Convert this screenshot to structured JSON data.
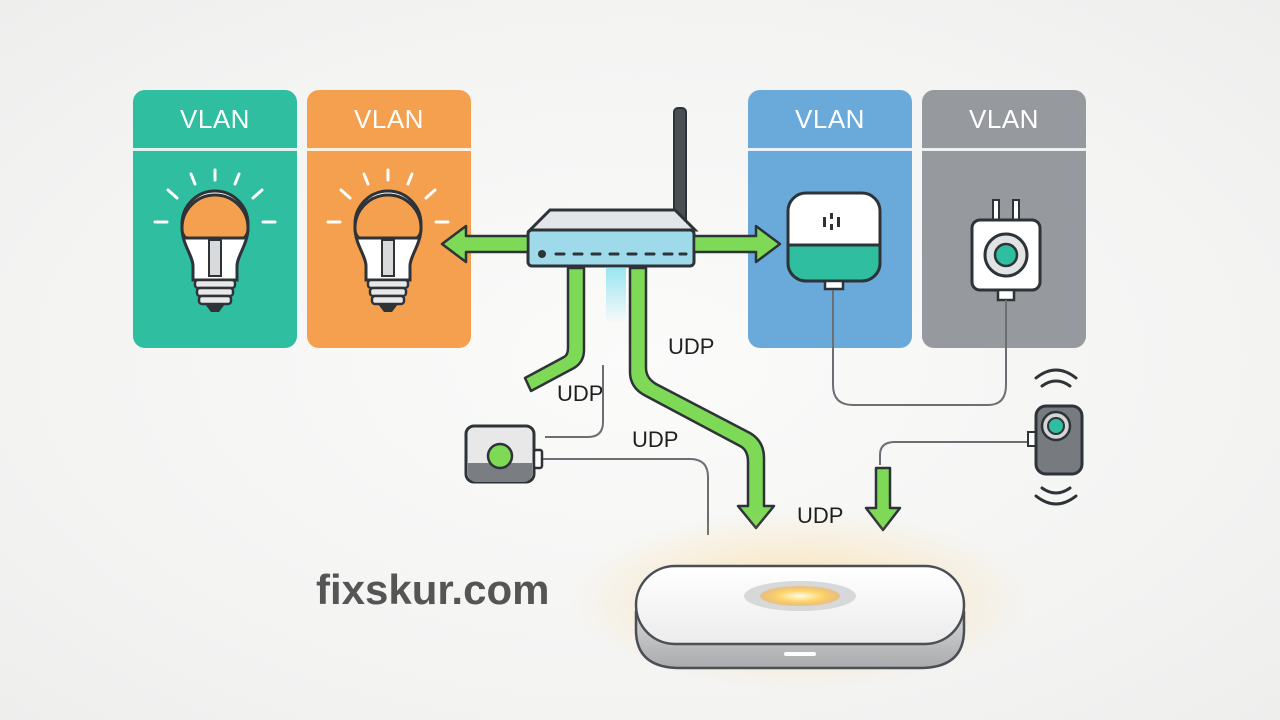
{
  "colors": {
    "teal": "#2fbea0",
    "orange": "#f5a04e",
    "blue": "#6aaadb",
    "gray": "#96999d",
    "green": "#7ed957",
    "line": "#555a5e"
  },
  "vlans": [
    {
      "label": "VLAN",
      "device": "smart-bulb-icon"
    },
    {
      "label": "VLAN",
      "device": "smart-bulb-icon"
    },
    {
      "label": "VLAN",
      "device": "smart-speaker-icon"
    },
    {
      "label": "VLAN",
      "device": "smart-plug-icon"
    }
  ],
  "protocol_labels": [
    "UDP",
    "UDP",
    "UDP",
    "UDP"
  ],
  "watermark": "fixskur.com",
  "devices": [
    "router-icon",
    "hub-icon",
    "camera-icon",
    "sensor-icon"
  ]
}
